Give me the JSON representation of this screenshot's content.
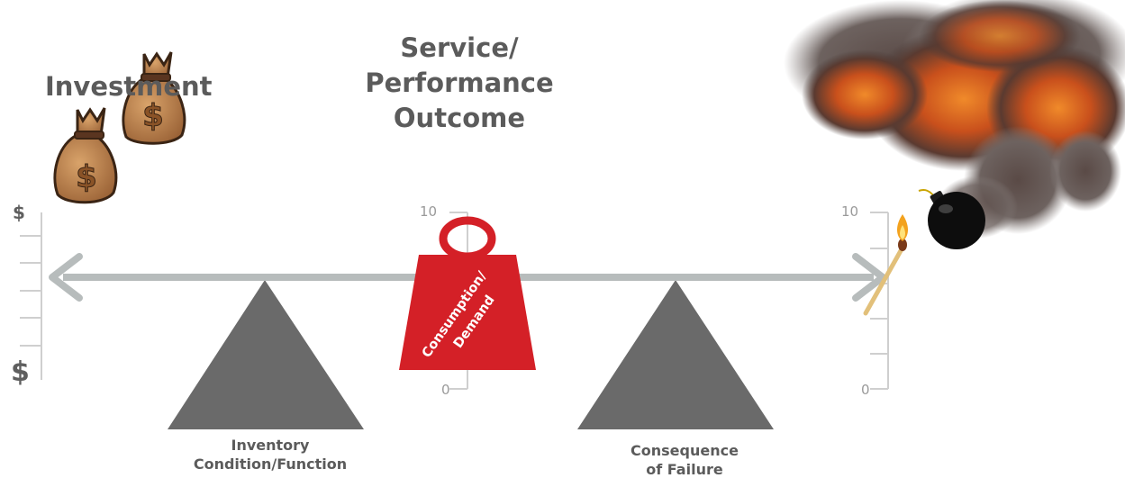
{
  "title": {
    "line1": "Service/",
    "line2": "Performance",
    "line3": "Outcome"
  },
  "investment_label": "Investment",
  "left_axis": {
    "top_label": "$",
    "bottom_label": "$"
  },
  "middle_axis": {
    "top_label": "10",
    "bottom_label": "0"
  },
  "right_axis": {
    "top_label": "10",
    "bottom_label": "0"
  },
  "weight": {
    "line1": "Consumption/",
    "line2": "Demand",
    "color": "#d42027"
  },
  "captions": {
    "left_line1": "Inventory",
    "left_line2": "Condition/Function",
    "right_line1": "Consequence",
    "right_line2": "of Failure"
  },
  "colors": {
    "text": "#5b5b5b",
    "beam": "#b7bcbc",
    "fulcrum": "#6a6a6a",
    "weight": "#d42027",
    "axis": "#cfcfcf"
  },
  "icons": [
    "money-bag-icon",
    "money-bag-icon",
    "bomb-icon",
    "match-icon",
    "explosion-icon"
  ]
}
